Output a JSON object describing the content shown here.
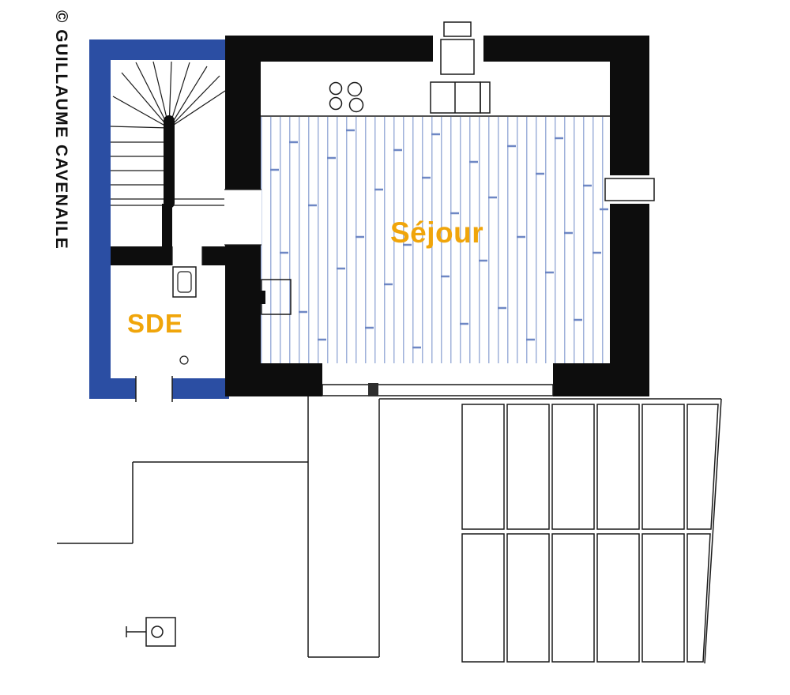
{
  "credit": {
    "text": "© GUILLAUME CAVENAILE"
  },
  "plan": {
    "type": "floor-plan",
    "rooms": [
      {
        "id": "sejour",
        "label": "Séjour"
      },
      {
        "id": "sde",
        "label": "SDE"
      }
    ],
    "features": [
      "winder-staircase",
      "kitchen-counter",
      "cooktop",
      "double-sink",
      "chimney-flue",
      "wood-stove",
      "shower-room-basin",
      "bay-glazing",
      "right-window",
      "terrace-slab-grid",
      "walkway",
      "garden-water-tap"
    ]
  },
  "colors": {
    "annex_blue": "#2b4ea3",
    "wall_black": "#0d0d0d",
    "label_orange": "#f0a50a",
    "floor_stripe": "#9fb1da",
    "floor_joint": "#6e87c4",
    "line": "#1a1a1a"
  }
}
